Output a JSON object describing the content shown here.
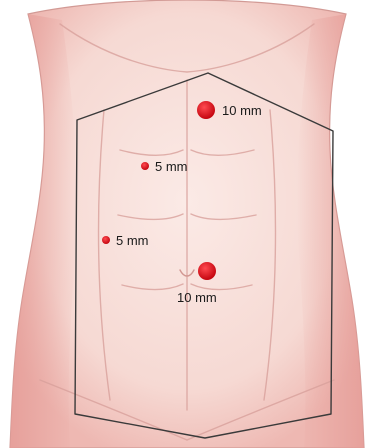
{
  "figure": {
    "colors": {
      "background": "#ffffff",
      "skin": "#f8e1dc",
      "skin_shadow": "#e9a9a4",
      "outline": "#c98f8b",
      "region_line": "#3a3a3a",
      "port": "#d90d18"
    },
    "ports": [
      {
        "label": "10 mm"
      },
      {
        "label": "5 mm"
      },
      {
        "label": "5 mm"
      },
      {
        "label": "10 mm"
      }
    ]
  }
}
